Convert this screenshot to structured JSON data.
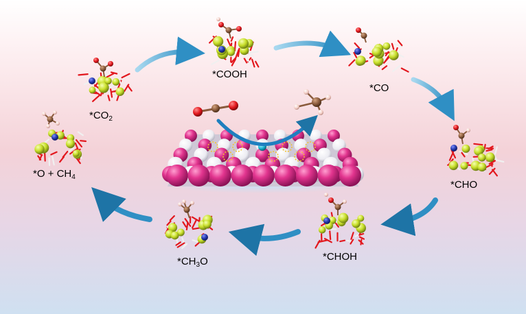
{
  "labels": {
    "cooh": "*COOH",
    "co": "*CO",
    "cho": "*CHO",
    "choh": "*CHOH",
    "ch3o": {
      "a": "*CH",
      "sub": "3",
      "b": "O"
    },
    "o_ch4": {
      "a": "*O + CH",
      "sub": "4"
    },
    "co2": {
      "a": "*CO",
      "sub": "2"
    }
  },
  "colors": {
    "arrow": "#3e9fd0",
    "sphere_pink": "#e2358f",
    "sphere_white": "#ffffff",
    "oxygen": "#e2171d",
    "carbon": "#8a5b3c",
    "hydrogen": "#f1c9c0",
    "yellow_atom": "#c8df2a",
    "blue_atom": "#2236a8",
    "surface_atom": "#1bb5d4"
  }
}
